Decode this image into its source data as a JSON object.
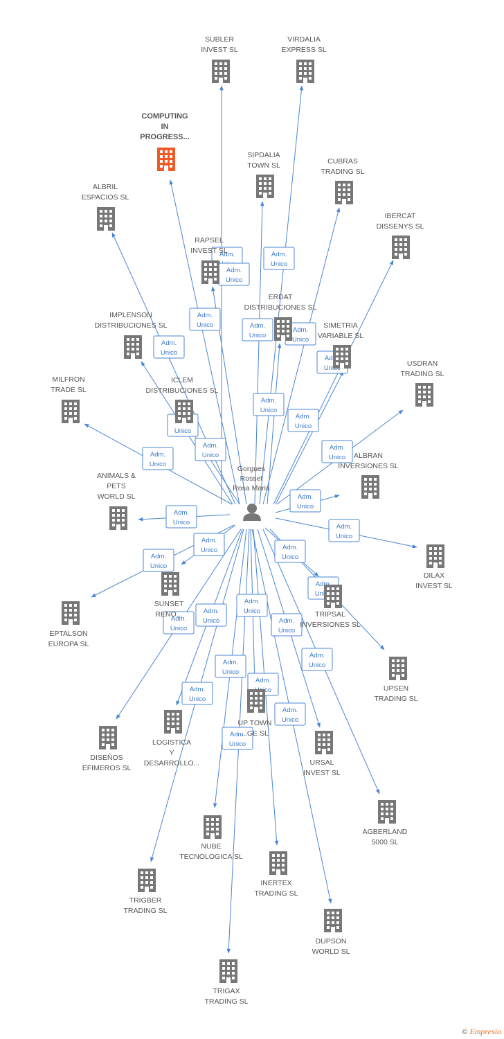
{
  "colors": {
    "edge": "#4a86d4",
    "building": "#777777",
    "building_highlight": "#f05a28",
    "person": "#777777"
  },
  "person": {
    "lines": [
      "Gorgues",
      "Rosset",
      "Rosa Maria"
    ],
    "icon": "person-icon"
  },
  "role_label": [
    "Adm.",
    "Unico"
  ],
  "companies": [
    {
      "id": "subler",
      "lines": [
        "SUBLER",
        "INVEST SL"
      ],
      "highlight": false
    },
    {
      "id": "virdalia",
      "lines": [
        "VIRDALIA",
        "EXPRESS SL"
      ],
      "highlight": false
    },
    {
      "id": "computing",
      "lines": [
        "COMPUTING",
        "IN",
        "PROGRESS..."
      ],
      "highlight": true
    },
    {
      "id": "sipdalia",
      "lines": [
        "SIPDALIA",
        "TOWN SL"
      ],
      "highlight": false
    },
    {
      "id": "cubras",
      "lines": [
        "CUBRAS",
        "TRADING SL"
      ],
      "highlight": false
    },
    {
      "id": "albril",
      "lines": [
        "ALBRIL",
        "ESPACIOS SL"
      ],
      "highlight": false
    },
    {
      "id": "ibercat",
      "lines": [
        "IBERCAT",
        "DISSENYS SL"
      ],
      "highlight": false
    },
    {
      "id": "rapsel",
      "lines": [
        "RAPSEL",
        "INVEST SL"
      ],
      "highlight": false
    },
    {
      "id": "erdat",
      "lines": [
        "ERDAT",
        "DISTRIBUCIONES SL"
      ],
      "highlight": false
    },
    {
      "id": "implenson",
      "lines": [
        "IMPLENSON",
        "DISTRIBUCIONES SL"
      ],
      "highlight": false
    },
    {
      "id": "simetria",
      "lines": [
        "SIMETRIA",
        "VARIABLE SL"
      ],
      "highlight": false
    },
    {
      "id": "usdran",
      "lines": [
        "USDRAN",
        "TRADING SL"
      ],
      "highlight": false
    },
    {
      "id": "milfron",
      "lines": [
        "MILFRON",
        "TRADE SL"
      ],
      "highlight": false
    },
    {
      "id": "iclem",
      "lines": [
        "ICLEM",
        "DISTRIBUCIONES SL"
      ],
      "highlight": false
    },
    {
      "id": "albran",
      "lines": [
        "ALBRAN",
        "INVERSIONES SL"
      ],
      "highlight": false
    },
    {
      "id": "animals",
      "lines": [
        "ANIMALS &",
        "PETS",
        "WORLD SL"
      ],
      "highlight": false
    },
    {
      "id": "dilax",
      "lines": [
        "DILAX",
        "INVEST SL"
      ],
      "highlight": false
    },
    {
      "id": "sunset",
      "lines": [
        "SUNSET",
        "RENO..."
      ],
      "highlight": false
    },
    {
      "id": "eptalson",
      "lines": [
        "EPTALSON",
        "EUROPA SL"
      ],
      "highlight": false
    },
    {
      "id": "tripsal",
      "lines": [
        "TRIPSAL",
        "INVERSIONES SL"
      ],
      "highlight": false
    },
    {
      "id": "upsen",
      "lines": [
        "UPSEN",
        "TRADING SL"
      ],
      "highlight": false
    },
    {
      "id": "uptown",
      "lines": [
        "UP TOWN",
        "...GE SL"
      ],
      "highlight": false
    },
    {
      "id": "disenos",
      "lines": [
        "DISEÑOS",
        "EFIMEROS SL"
      ],
      "highlight": false
    },
    {
      "id": "logistica",
      "lines": [
        "LOGISTICA",
        "Y",
        "DESARROLLO..."
      ],
      "highlight": false
    },
    {
      "id": "ursal",
      "lines": [
        "URSAL",
        "INVEST SL"
      ],
      "highlight": false
    },
    {
      "id": "agberland",
      "lines": [
        "AGBERLAND",
        "5000 SL"
      ],
      "highlight": false
    },
    {
      "id": "nube",
      "lines": [
        "NUBE",
        "TECNOLOGICA SL"
      ],
      "highlight": false
    },
    {
      "id": "inertex",
      "lines": [
        "INERTEX",
        "TRADING SL"
      ],
      "highlight": false
    },
    {
      "id": "trigber",
      "lines": [
        "TRIGBER",
        "TRADING SL"
      ],
      "highlight": false
    },
    {
      "id": "dupson",
      "lines": [
        "DUPSON",
        "WORLD SL"
      ],
      "highlight": false
    },
    {
      "id": "trigax",
      "lines": [
        "TRIGAX",
        "TRADING SL"
      ],
      "highlight": false
    }
  ],
  "footer": {
    "copyright": "©",
    "brand": "Empresia"
  }
}
